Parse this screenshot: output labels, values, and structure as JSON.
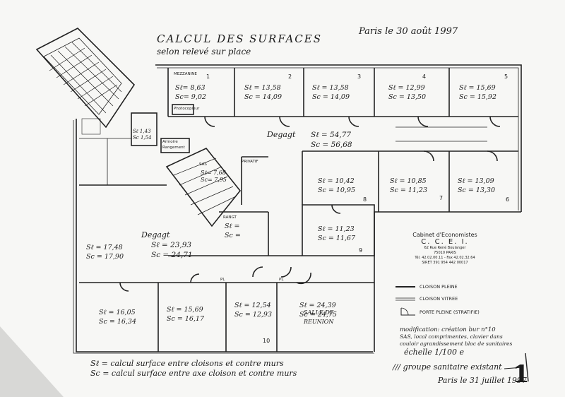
{
  "header": {
    "title": "CALCUL DES SURFACES",
    "subtitle": "selon relevé sur place",
    "date_top": "Paris le 30 août 1997"
  },
  "plan_labels": {
    "mezzanine": "MEZZANINE",
    "photocopieur": "Photocopieur",
    "armoire": "Armoire",
    "rangement": "Rangement",
    "privatif": "PRIVATIF",
    "sas": "SAS",
    "rangt": "RANGT",
    "pl": "PL",
    "degagt_1": "Degagt",
    "degagt_2": "Degagt",
    "salle_1": "SALLE DE",
    "salle_2": "REUNION"
  },
  "rooms": [
    {
      "id": "1",
      "num": "1",
      "l1": "Sℓ= 8,63",
      "l2": "Sc= 9,02"
    },
    {
      "id": "2",
      "num": "2",
      "l1": "Sℓ = 13,58",
      "l2": "Sc = 14,09"
    },
    {
      "id": "3",
      "num": "3",
      "l1": "Sℓ = 13,58",
      "l2": "Sc = 14,09"
    },
    {
      "id": "4",
      "num": "4",
      "l1": "Sℓ = 12,99",
      "l2": "Sc = 13,50"
    },
    {
      "id": "5",
      "num": "5",
      "l1": "Sℓ = 15,69",
      "l2": "Sc = 15,92"
    },
    {
      "id": "degagt-top",
      "num": "",
      "l1": "Sℓ = 54,77",
      "l2": "Sc = 56,68"
    },
    {
      "id": "6",
      "num": "6",
      "l1": "Sℓ = 13,09",
      "l2": "Sc = 13,30"
    },
    {
      "id": "7",
      "num": "7",
      "l1": "Sℓ = 10,85",
      "l2": "Sc = 11,23"
    },
    {
      "id": "8",
      "num": "8",
      "l1": "Sℓ = 10,42",
      "l2": "Sc = 10,95"
    },
    {
      "id": "9",
      "num": "9",
      "l1": "Sℓ = 11,23",
      "l2": "Sc = 11,67"
    },
    {
      "id": "wc",
      "num": "",
      "l1": "Sℓ 1,43",
      "l2": "Sc 1,54"
    },
    {
      "id": "sas",
      "num": "",
      "l1": "Sℓ= 7,68",
      "l2": "Sc= 7,95"
    },
    {
      "id": "rangt",
      "num": "",
      "l1": "Sℓ =",
      "l2": "Sc ="
    },
    {
      "id": "degagt-mid",
      "num": "",
      "l1": "Sℓ = 23,93",
      "l2": "Sc = 24,71"
    },
    {
      "id": "left",
      "num": "",
      "l1": "Sℓ = 17,48",
      "l2": "Sc = 17,90"
    },
    {
      "id": "b1",
      "num": "",
      "l1": "Sℓ = 16,05",
      "l2": "Sc = 16,34"
    },
    {
      "id": "b2",
      "num": "",
      "l1": "Sℓ = 15,69",
      "l2": "Sc = 16,17"
    },
    {
      "id": "10",
      "num": "10",
      "l1": "Sℓ = 12,54",
      "l2": "Sc = 12,93"
    },
    {
      "id": "salle",
      "num": "",
      "l1": "Sℓ = 24,39",
      "l2": "Sc = 24,75"
    }
  ],
  "company": {
    "name": "Cabinet d'Economistes",
    "abbr": "C. C. E. I.",
    "address_1": "62 Rue René Boulanger",
    "address_2": "75010 PARIS",
    "phone": "Tél. 42.02.00.11 - Fax 42.02.32.64",
    "siret": "SIRET 391 954 442 00017"
  },
  "legend": {
    "pleine": "CLOISON PLEINE",
    "vitree": "CLOISON VITREE",
    "porte": "PORTE PLEINE (STRATIFIE)"
  },
  "note": {
    "line1": "modification: création bur n°10",
    "line2": "SAS, local comprimentes, clavier dans",
    "line3": "couloir agrandissement bloc de sanitaires",
    "scale": "échelle 1/100 e"
  },
  "formulas": {
    "sl": "Sℓ = calcul surface entre cloisons et contre murs",
    "sc": "Sc = calcul surface entre axe cloison et contre murs"
  },
  "footer": {
    "groupe": "/// groupe sanitaire existant",
    "date_bottom": "Paris le 31 juillet 1997",
    "stamp": "1"
  }
}
